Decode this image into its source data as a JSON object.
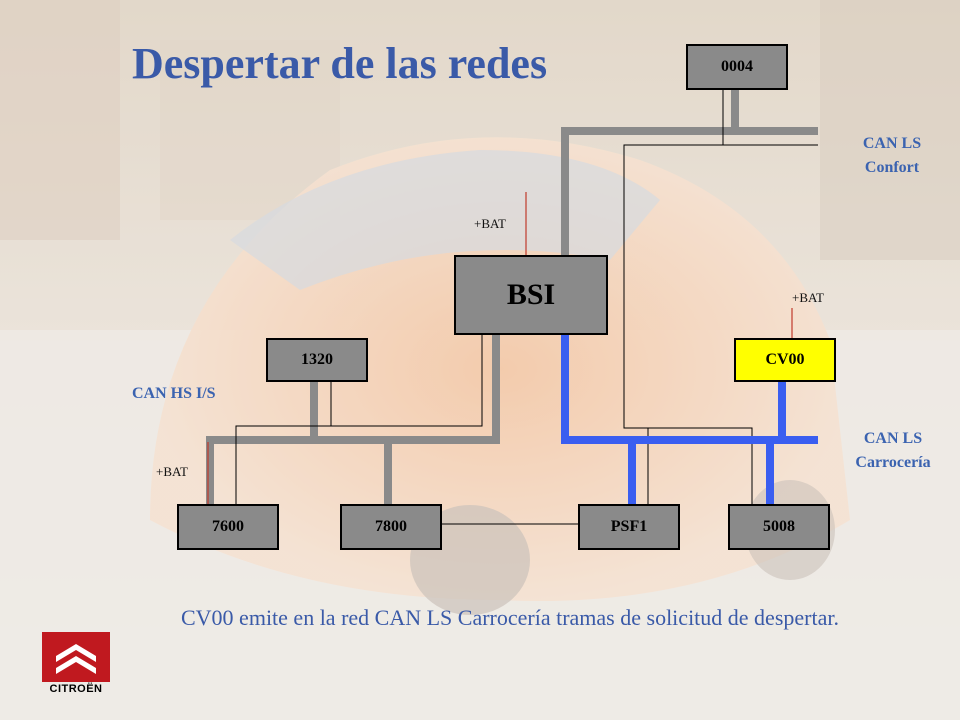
{
  "title": "Despertar de las redes",
  "networks": {
    "can_ls_confort": {
      "line1": "CAN LS",
      "line2": "Confort",
      "color": "#8a8a8a"
    },
    "can_hs_is": {
      "label": "CAN HS I/S",
      "color": "#8a8a8a"
    },
    "can_ls_carroceria": {
      "line1": "CAN LS",
      "line2": "Carrocería",
      "color": "#3a5ef0"
    }
  },
  "bat_labels": {
    "bsi": "+BAT",
    "cv00": "+BAT",
    "n7600": "+BAT"
  },
  "nodes": {
    "n0004": "0004",
    "bsi": "BSI",
    "n1320": "1320",
    "cv00": "CV00",
    "n7600": "7600",
    "n7800": "7800",
    "psf1": "PSF1",
    "n5008": "5008"
  },
  "caption": "CV00 emite en la red CAN LS Carrocería tramas de solicitud de despertar.",
  "brand": {
    "name": "CITROËN"
  },
  "colors": {
    "title": "#3a5aa8",
    "node_fill": "#8a8a8a",
    "highlight_node": "#ffff00",
    "bat_line": "#c0392b"
  }
}
